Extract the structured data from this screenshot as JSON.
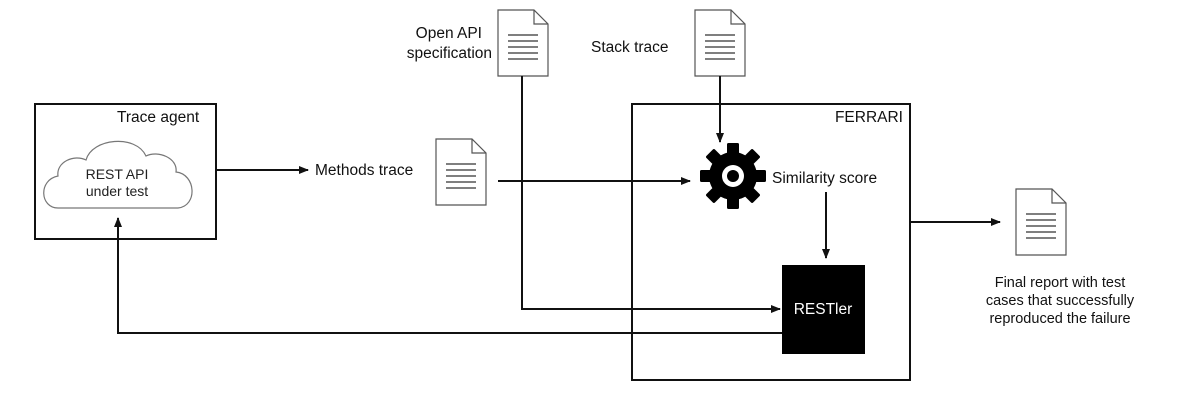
{
  "trace_agent": {
    "title": "Trace agent",
    "cloud_line1": "REST API",
    "cloud_line2": "under test"
  },
  "methods_trace": {
    "label": "Methods trace"
  },
  "open_api": {
    "line1": "Open API",
    "line2": "specification"
  },
  "stack_trace": {
    "label": "Stack trace"
  },
  "ferrari": {
    "title": "FERRARI",
    "similarity_label": "Similarity score",
    "restler_label": "RESTler"
  },
  "final_report": {
    "line1": "Final report with test",
    "line2": "cases that successfully",
    "line3": "reproduced the failure"
  },
  "icons": {
    "document": "document-icon",
    "gear": "gear-icon",
    "cloud": "cloud-icon"
  }
}
